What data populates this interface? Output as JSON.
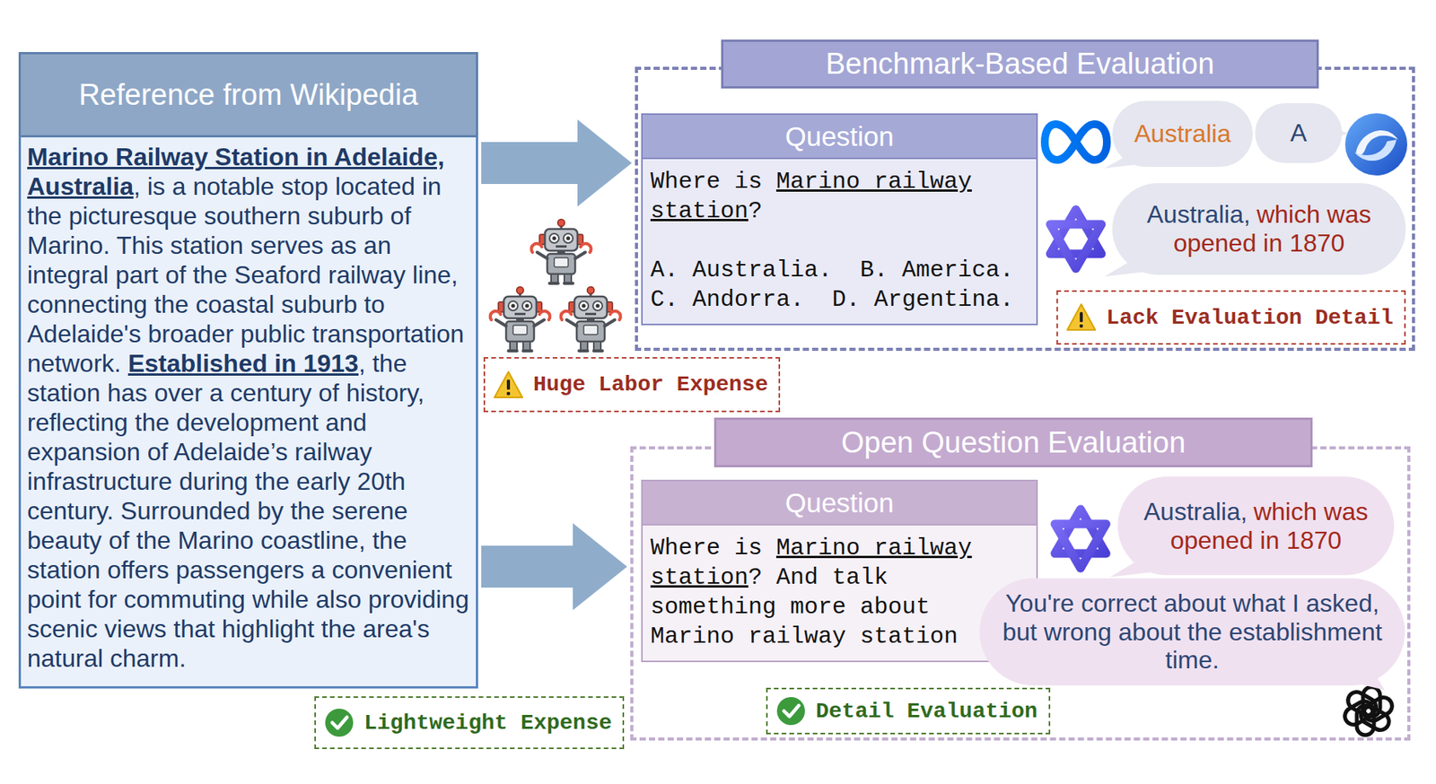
{
  "diagram": {
    "nodes": [
      {
        "text": [
          "Reference from Wikipedia",
          "Marino Railway Station in Adelaide, Australia",
          ", is a notable stop located in the picturesque southern suburb of Marino. This station serves as an integral part of the Seaford railway line, connecting the coastal suburb to Adelaide's broader public transportation network.",
          "Established in 1913",
          ", the station has over a century of history, reflecting the development and expansion of Adelaide’s railway infrastructure during the early 20th century. Surrounded by the serene beauty of the Marino coastline, the station offers passengers a convenient point for commuting while also providing scenic views that highlight the area's natural charm."
        ]
      },
      {
        "text": [
          "Benchmark-Based Evaluation"
        ]
      },
      {
        "text": [
          "Question",
          "Where is",
          "Marino railway station",
          "?",
          "A. Australia.",
          "B. America.",
          "C. Andorra.",
          "D. Argentina."
        ],
        "in": 1
      },
      {
        "text": [
          "Australia"
        ],
        "in": 1
      },
      {
        "text": [
          "A"
        ],
        "in": 1
      },
      {
        "text": [
          "Australia,",
          "which was opened in 1870"
        ],
        "in": 1
      },
      {
        "text": [
          "Lack Evaluation Detail"
        ],
        "in": 1
      },
      {
        "text": [
          "Huge Labor Expense"
        ]
      },
      {
        "text": [
          "Open Question Evaluation"
        ]
      },
      {
        "text": [
          "Question",
          "Where is",
          "Marino railway station",
          "? And talk something more about Marino railway station"
        ],
        "in": 8
      },
      {
        "text": [
          "Australia,",
          "which was opened in 1870"
        ],
        "in": 8
      },
      {
        "text": [
          "You're correct about what I asked, but wrong about the establishment time."
        ],
        "in": 8
      },
      {
        "text": [
          "Detail Evaluation"
        ],
        "in": 8
      },
      {
        "text": [
          "Lightweight Expense"
        ]
      }
    ],
    "edges": [
      {
        "from": 0,
        "to": 1,
        "arrow": "to"
      },
      {
        "from": 0,
        "to": 8,
        "arrow": "to"
      }
    ]
  }
}
